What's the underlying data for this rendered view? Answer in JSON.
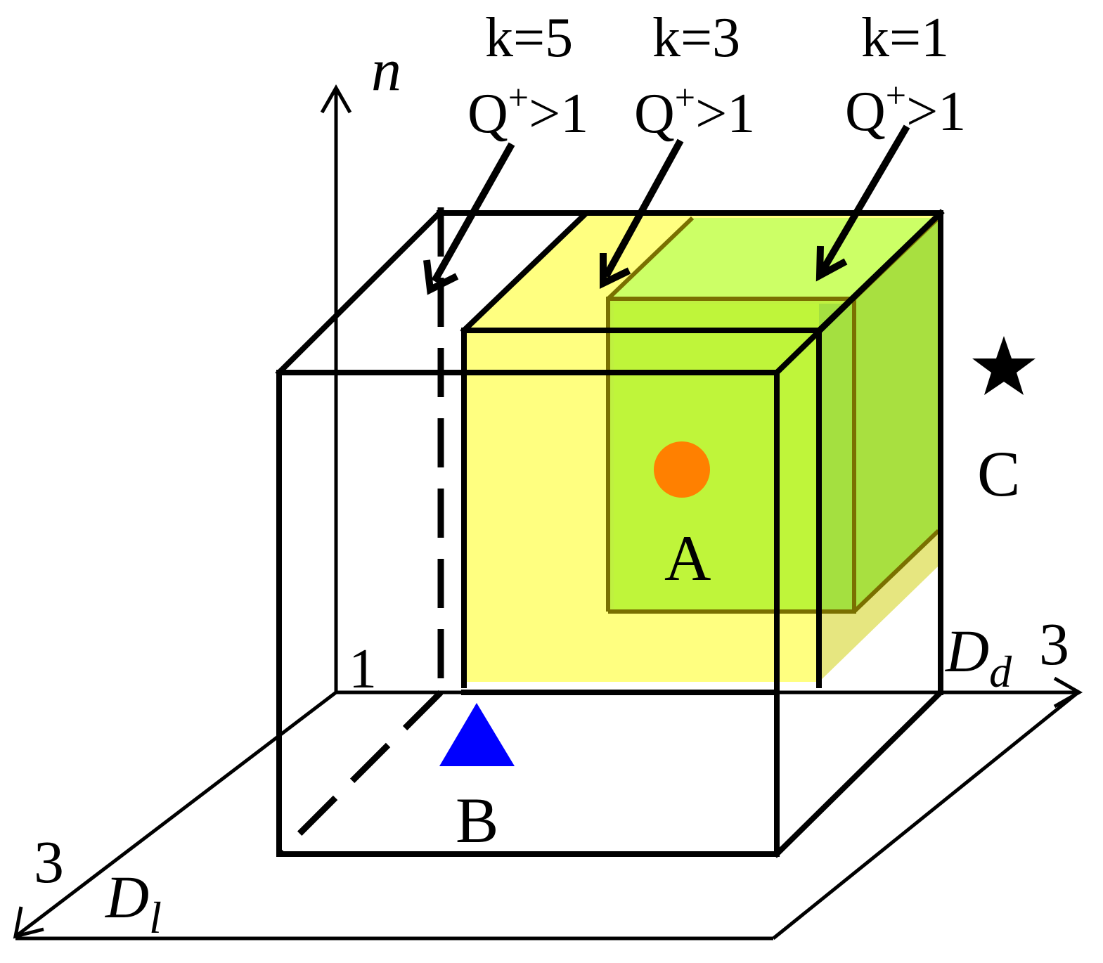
{
  "axes": {
    "vertical_symbol": "n",
    "right_symbol": "D",
    "right_subscript": "d",
    "right_max": "3",
    "left_symbol": "D",
    "left_subscript": "l",
    "left_max": "3",
    "origin_label": "1"
  },
  "annotations": [
    {
      "k": "k=5",
      "q_base": "Q",
      "q_sup": "+",
      "q_rest": ">1"
    },
    {
      "k": "k=3",
      "q_base": "Q",
      "q_sup": "+",
      "q_rest": ">1"
    },
    {
      "k": "k=1",
      "q_base": "Q",
      "q_sup": "+",
      "q_rest": ">1"
    }
  ],
  "points": {
    "a": {
      "label": "A",
      "color": "#ff8000",
      "shape": "circle"
    },
    "b": {
      "label": "B",
      "color": "#0000ff",
      "shape": "triangle"
    },
    "c": {
      "label": "C",
      "color": "#000000",
      "shape": "star"
    }
  },
  "colors": {
    "outer_region": "#ffff80",
    "middle_region": "#c8ff40",
    "inner_region": "#a8e040",
    "inner_edge": "#7a7000"
  }
}
